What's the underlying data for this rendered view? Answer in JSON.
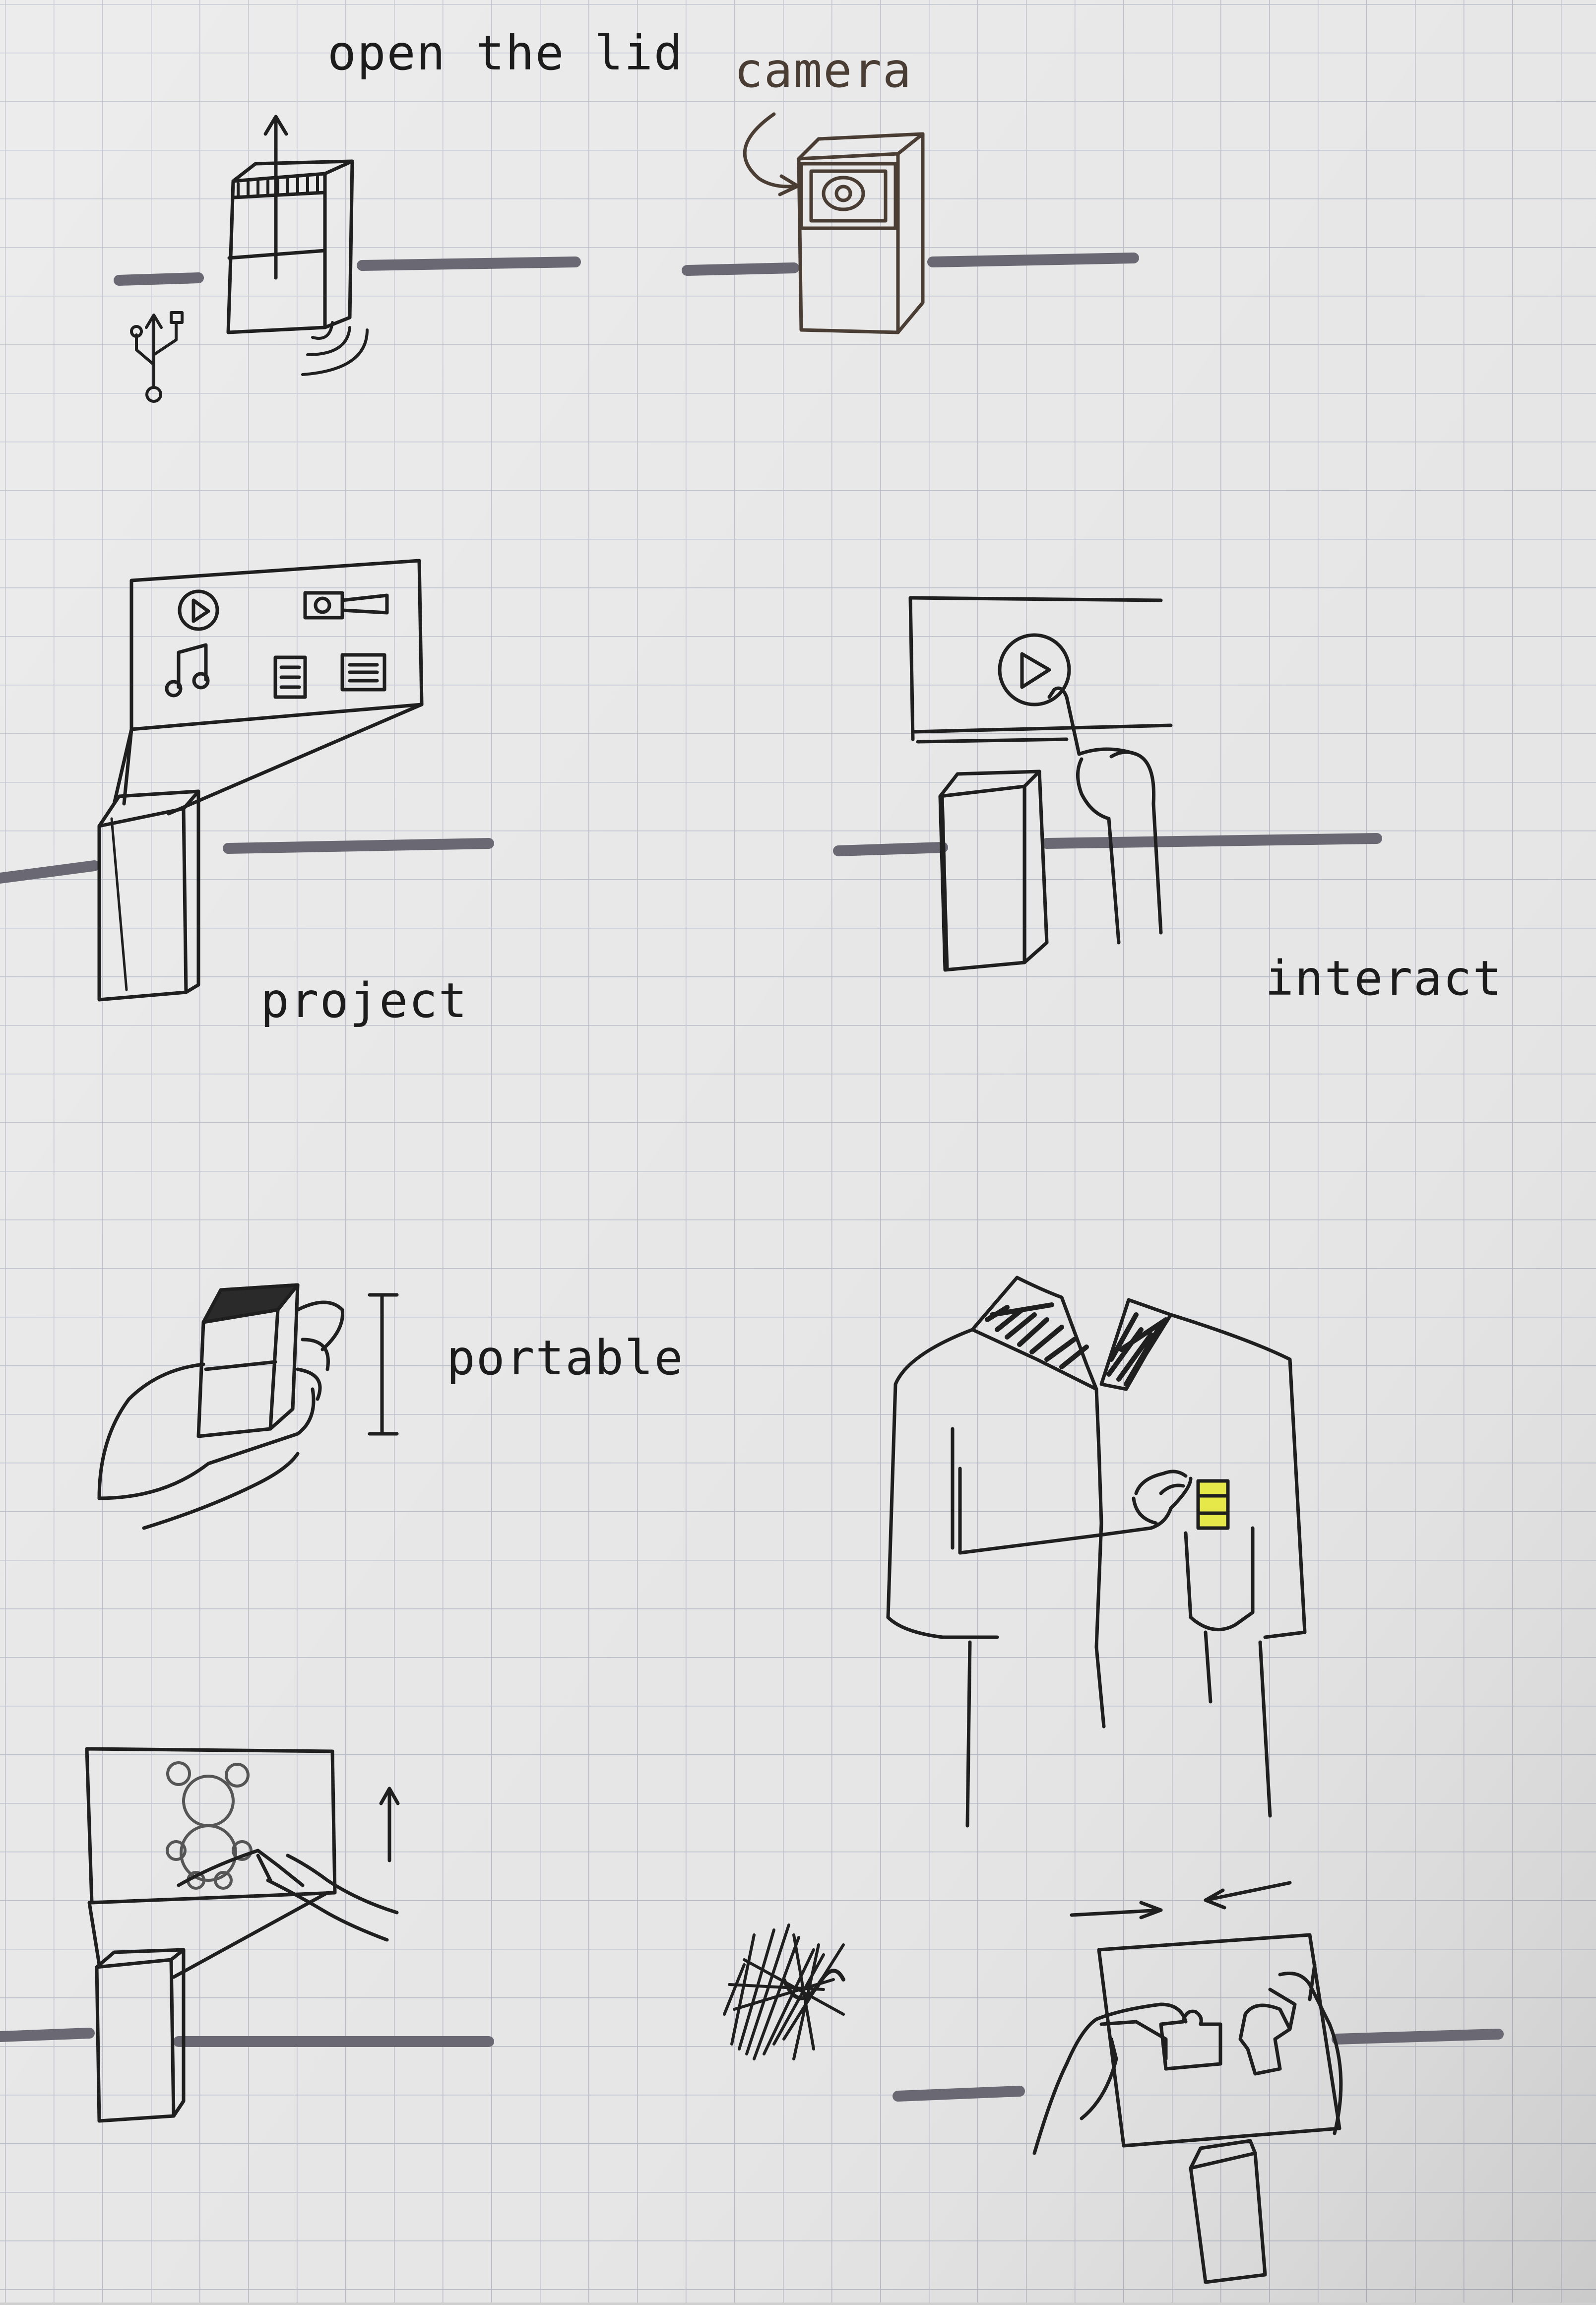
{
  "labels": {
    "open_lid": "open the lid",
    "camera": "camera",
    "project": "project",
    "interact": "interact",
    "portable": "portable"
  },
  "colors": {
    "paper": "#e4e4e4",
    "grid": "#b9bdc8",
    "ink": "#1c1c1c",
    "gray_marker": "#6a6873",
    "sepia_ink": "#4a3d34",
    "highlight": "#e6e84a"
  },
  "icons": [
    "arrow-up-icon",
    "usb-icon",
    "wireless-signal-icon",
    "camera-lens-icon",
    "play-icon",
    "video-camera-icon",
    "music-note-icon",
    "document-icon",
    "teddy-bear-icon",
    "scribble-mark"
  ]
}
